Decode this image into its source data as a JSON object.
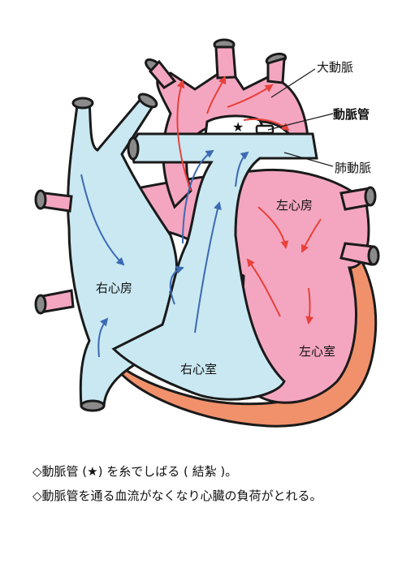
{
  "labels": {
    "aorta": "大動脈",
    "ductus": "動脈管",
    "pulmonary_artery": "肺動脈",
    "left_atrium": "左心房",
    "right_atrium": "右心房",
    "right_ventricle": "右心室",
    "left_ventricle": "左心室",
    "star": "★"
  },
  "notes": [
    "◇動脈管 (★) を糸でしばる ( 結紮 )。",
    "◇動脈管を通る血流がなくなり心臓の負荷がとれる。"
  ],
  "colors": {
    "oxygenated": "#f4a6c0",
    "deoxygenated": "#c9e8f2",
    "myocardium": "#f0916c",
    "vessel_cap": "#8a8a8a",
    "arrow_red": "#e8413a",
    "arrow_blue": "#3c6ab2",
    "outline": "#1a1a1a"
  }
}
